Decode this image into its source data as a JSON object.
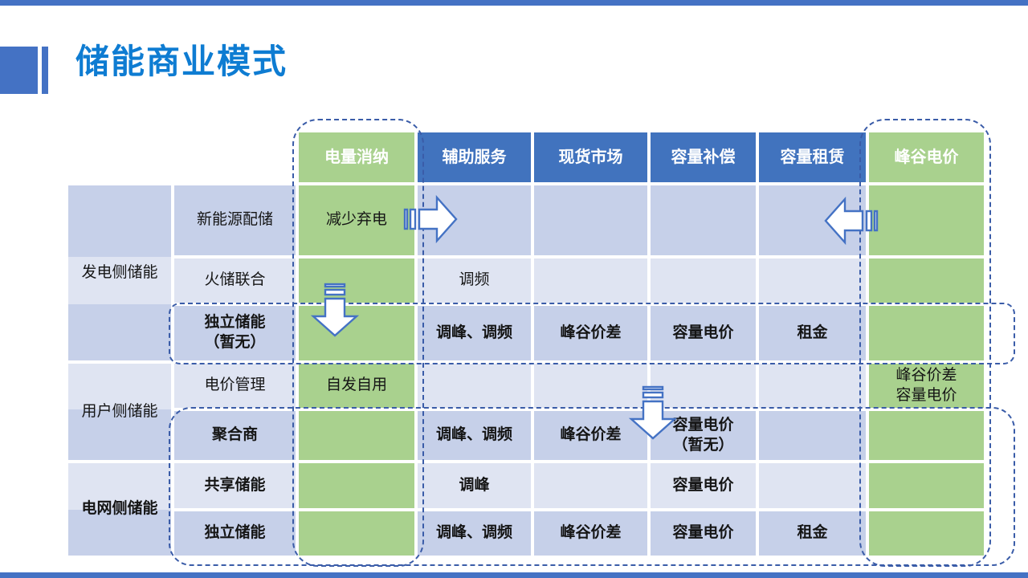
{
  "title": "储能商业模式",
  "table": {
    "column_headers": [
      "电量消纳",
      "辅助服务",
      "现货市场",
      "容量补偿",
      "容量租赁",
      "峰谷电价"
    ],
    "row_groups": [
      {
        "label": "发电侧储能"
      },
      {
        "label": "用户侧储能"
      },
      {
        "label": "电网侧储能"
      }
    ],
    "rows": [
      {
        "label": "新能源配储",
        "cells": [
          "减少弃电",
          "",
          "",
          "",
          "",
          ""
        ]
      },
      {
        "label": "火储联合",
        "cells": [
          "",
          "调频",
          "",
          "",
          "",
          ""
        ]
      },
      {
        "label": "独立储能\n（暂无）",
        "cells": [
          "",
          "调峰、调频",
          "峰谷价差",
          "容量电价",
          "租金",
          ""
        ]
      },
      {
        "label": "电价管理",
        "cells": [
          "自发自用",
          "",
          "",
          "",
          "",
          "峰谷价差\n容量电价"
        ]
      },
      {
        "label": "聚合商",
        "cells": [
          "",
          "调峰、调频",
          "峰谷价差",
          "容量电价\n（暂无）",
          "",
          ""
        ]
      },
      {
        "label": "共享储能",
        "cells": [
          "",
          "调峰",
          "",
          "容量电价",
          "",
          ""
        ]
      },
      {
        "label": "独立储能",
        "cells": [
          "",
          "调峰、调频",
          "峰谷价差",
          "容量电价",
          "租金",
          ""
        ]
      }
    ]
  },
  "icons": {
    "arrow_right": "striped-right-arrow",
    "arrow_left": "striped-left-arrow",
    "arrow_down_1": "striped-down-arrow",
    "arrow_down_2": "striped-down-arrow"
  },
  "colors": {
    "title_blue": "#0e7cd2",
    "accent_blue": "#4472c4",
    "header_blue": "#4173be",
    "highlight_green": "#a9d18e",
    "band_dark": "#c6d0e9",
    "band_light": "#dfe4f2",
    "dash_blue": "#3a5ca8"
  }
}
